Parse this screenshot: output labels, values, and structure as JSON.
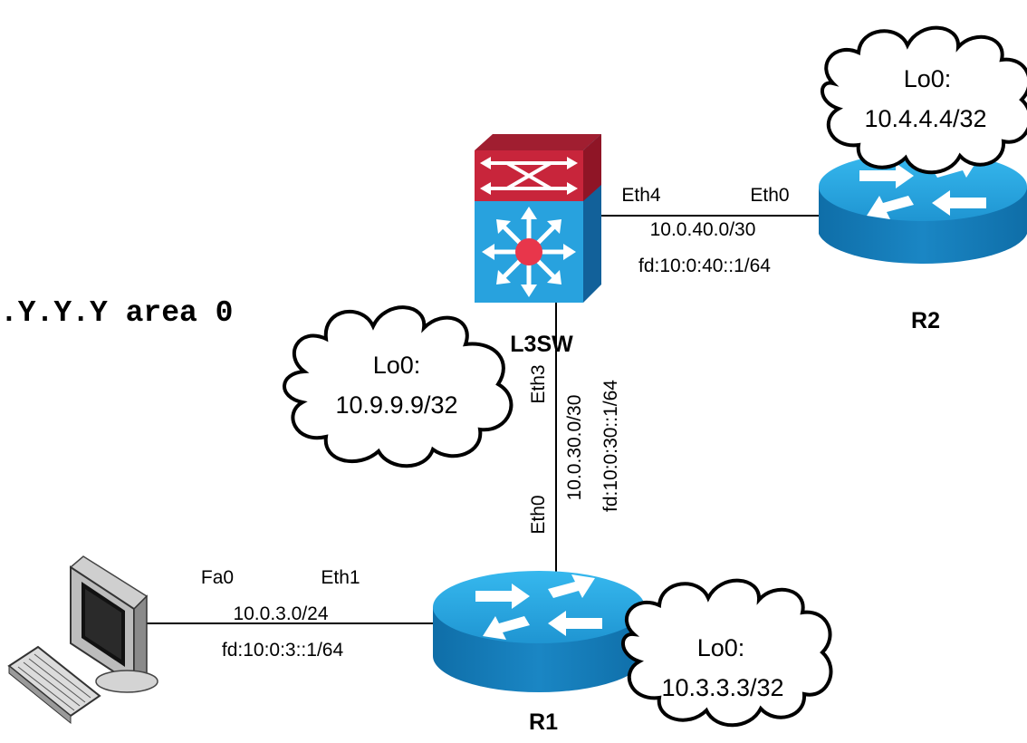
{
  "command_fragment": ".Y.Y.Y area 0",
  "devices": {
    "l3sw": {
      "name": "L3SW",
      "loopback_label": "Lo0:",
      "loopback_ip": "10.9.9.9/32"
    },
    "r2": {
      "name": "R2",
      "loopback_label": "Lo0:",
      "loopback_ip": "10.4.4.4/32"
    },
    "r1": {
      "name": "R1",
      "loopback_label": "Lo0:",
      "loopback_ip": "10.3.3.3/32"
    }
  },
  "links": {
    "l3sw_r2": {
      "if_a": "Eth4",
      "if_b": "Eth0",
      "ipv4": "10.0.40.0/30",
      "ipv6": "fd:10:0:40::1/64"
    },
    "l3sw_r1": {
      "if_a": "Eth3",
      "if_b": "Eth0",
      "ipv4": "10.0.30.0/30",
      "ipv6": "fd:10:0:30::1/64"
    },
    "pc_r1": {
      "if_a": "Fa0",
      "if_b": "Eth1",
      "ipv4": "10.0.3.0/24",
      "ipv6": "fd:10:0:3::1/64"
    }
  },
  "colors": {
    "router_top": "#27a7e0",
    "router_side": "#1273ad",
    "switch_top_red": "#c4263a",
    "switch_body_blue": "#29a3df",
    "switch_center_red": "#e8364b",
    "line": "#000000"
  }
}
